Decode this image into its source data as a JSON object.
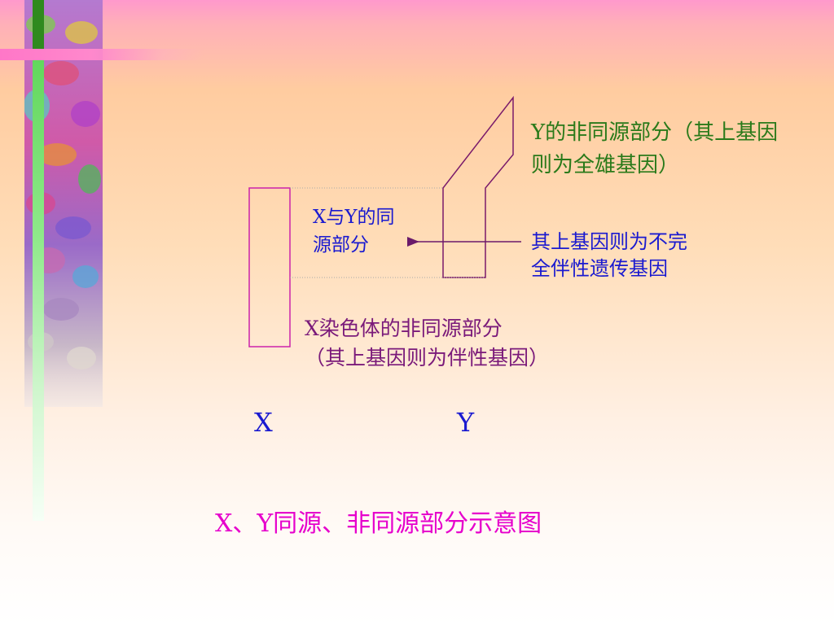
{
  "labels": {
    "y_nonhomologous_line1": "Y的非同源部分（其上基因",
    "y_nonhomologous_line2": "则为全雄基因）",
    "homologous_line1": "X与Y的同",
    "homologous_line2": "源部分",
    "incomplete_sexlinked_line1": "其上基因则为不完",
    "incomplete_sexlinked_line2": "全伴性遗传基因",
    "x_nonhomologous_line1": "X染色体的非同源部分",
    "x_nonhomologous_line2": "（其上基因则为伴性基因）",
    "x_chromosome": "X",
    "y_chromosome": "Y"
  },
  "caption": "X、Y同源、非同源部分示意图",
  "colors": {
    "chromosome_outline": "#cc22aa",
    "chromosome_y_outline": "#7a1a6a",
    "arrow": "#6a1a6a",
    "green_text": "#2a7a1a",
    "blue_text": "#1a1ad0",
    "purple_text": "#7a1a7a",
    "magenta_caption": "#e600cc"
  }
}
